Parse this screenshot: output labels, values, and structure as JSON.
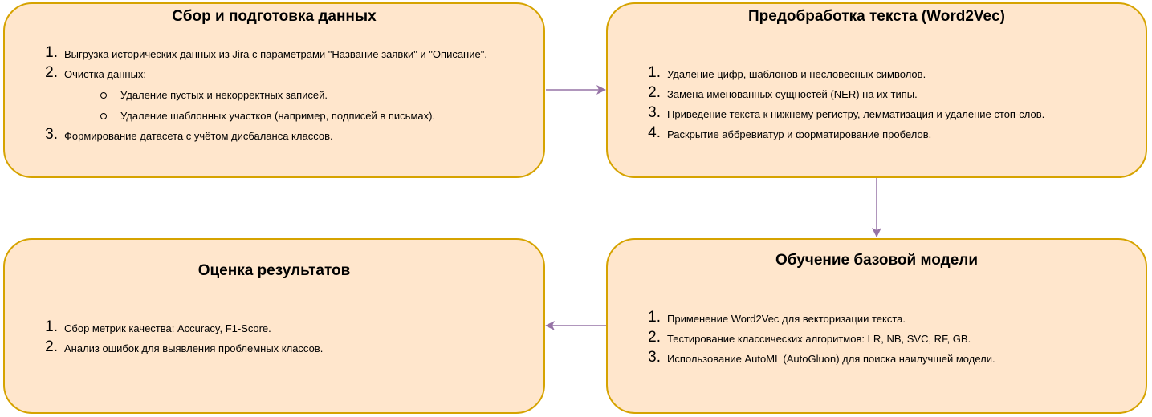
{
  "colors": {
    "box_fill": "#ffe6cc",
    "box_border": "#d6a300",
    "arrow": "#9673a6"
  },
  "boxes": {
    "collect": {
      "title": "Сбор и подготовка данных",
      "items": [
        {
          "num": "1.",
          "text": "Выгрузка исторических данных из Jira с параметрами \"Название заявки\" и \"Описание\"."
        },
        {
          "num": "2.",
          "text": "Очистка данных:",
          "sub": [
            "Удаление пустых и некорректных записей.",
            "Удаление шаблонных участков (например, подписей в письмах)."
          ]
        },
        {
          "num": "3.",
          "text": "Формирование датасета с учётом дисбаланса классов."
        }
      ]
    },
    "preprocess": {
      "title": "Предобработка текста (Word2Vec)",
      "items": [
        {
          "num": "1.",
          "text": "Удаление цифр, шаблонов и несловесных символов."
        },
        {
          "num": "2.",
          "text": "Замена именованных сущностей (NER) на их типы."
        },
        {
          "num": "3.",
          "text": "Приведение текста к нижнему регистру, лемматизация и удаление стоп-слов."
        },
        {
          "num": "4.",
          "text": "Раскрытие аббревиатур и форматирование пробелов."
        }
      ]
    },
    "train": {
      "title": "Обучение базовой модели",
      "items": [
        {
          "num": "1.",
          "text": "Применение Word2Vec для векторизации текста."
        },
        {
          "num": "2.",
          "text": "Тестирование классических алгоритмов: LR, NB, SVC, RF, GB."
        },
        {
          "num": "3.",
          "text": "Использование AutoML (AutoGluon) для поиска наилучшей модели."
        }
      ]
    },
    "evaluate": {
      "title": "Оценка результатов",
      "items": [
        {
          "num": "1.",
          "text": "Сбор метрик качества: Accuracy, F1-Score."
        },
        {
          "num": "2.",
          "text": "Анализ ошибок для выявления проблемных классов."
        }
      ]
    }
  }
}
